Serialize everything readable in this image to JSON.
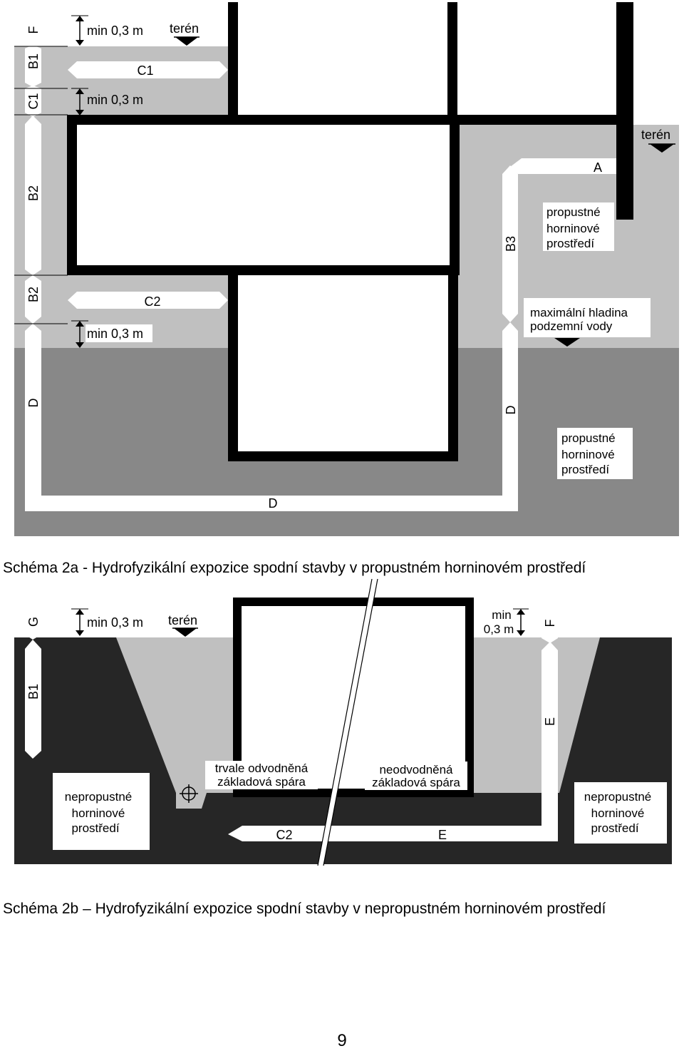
{
  "diagram_a": {
    "labels": {
      "f": "F",
      "b1": "B1",
      "c1_side": "C1",
      "b2_upper": "B2",
      "b2_lower": "B2",
      "d_left": "D",
      "d_bottom": "D",
      "d_right": "D",
      "b3": "B3",
      "a": "A",
      "c1": "C1",
      "c2": "C2",
      "min_top": "min 0,3 m",
      "min_mid": "min 0,3 m",
      "min_low": "min 0,3 m",
      "teren_left": "terén",
      "teren_right": "terén",
      "permeable_upper": [
        "propustné",
        "horninové",
        "prostředí"
      ],
      "water_level": [
        "maximální hladina",
        "podzemní vody"
      ],
      "permeable_lower": [
        "propustné",
        "horninové",
        "prostředí"
      ]
    },
    "caption": "Schéma 2a - Hydrofyzikální expozice spodní stavby v propustném horninovém prostředí"
  },
  "diagram_b": {
    "labels": {
      "g": "G",
      "min_left": "min 0,3 m",
      "teren": "terén",
      "min_right": [
        "min",
        "0,3 m"
      ],
      "f": "F",
      "b1": "B1",
      "e_right": "E",
      "drained_joint": [
        "trvale odvodněná",
        "základová spára"
      ],
      "undrained_joint": [
        "neodvodněná",
        "základová spára"
      ],
      "c2": "C2",
      "e_bottom": "E",
      "impermeable_left": [
        "nepropustné",
        "horninové",
        "prostředí"
      ],
      "impermeable_right": [
        "nepropustné",
        "horninové",
        "prostředí"
      ]
    },
    "caption": "Schéma 2b – Hydrofyzikální expozice spodní stavby v nepropustném horninovém prostředí"
  },
  "page_number": "9",
  "colors": {
    "soil_light": "#c0c0c0",
    "soil_dark": "#888888",
    "clay": "#262626",
    "wall": "#000000",
    "marker": "#ffffff"
  }
}
